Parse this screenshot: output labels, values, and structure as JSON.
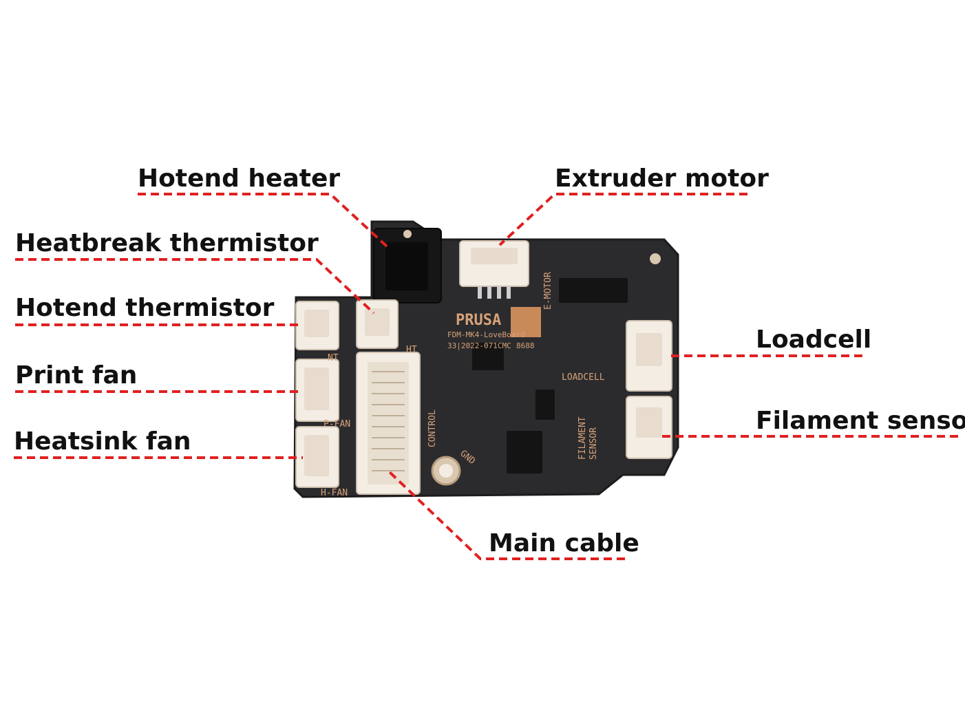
{
  "labels": {
    "hotend_heater": "Hotend heater",
    "extruder_motor": "Extruder motor",
    "heatbreak_thermistor": "Heatbreak thermistor",
    "hotend_thermistor": "Hotend thermistor",
    "print_fan": "Print fan",
    "heatsink_fan": "Heatsink fan",
    "loadcell": "Loadcell",
    "filament_sensor": "Filament sensor",
    "main_cable": "Main cable"
  },
  "board": {
    "logo": "PRUSA",
    "model": "FDM-MK4-LoveBoard",
    "date_code": "33|2022-071CMC",
    "rev": "8688",
    "silk_e_motor": "E-MOTOR",
    "silk_loadcell": "LOADCELL",
    "silk_filament_1": "FILAMENT",
    "silk_filament_2": "SENSOR",
    "silk_control": "CONTROL",
    "silk_gnd": "GND",
    "silk_ht": "HT",
    "silk_nt": "NT",
    "silk_pfan": "P-FAN",
    "silk_hfan": "H-FAN"
  },
  "colors": {
    "leader": "#e02020",
    "pcb": "#2b2b2d",
    "silk": "#d7a27a",
    "connector": "#f4ede4",
    "label_text": "#111111"
  }
}
